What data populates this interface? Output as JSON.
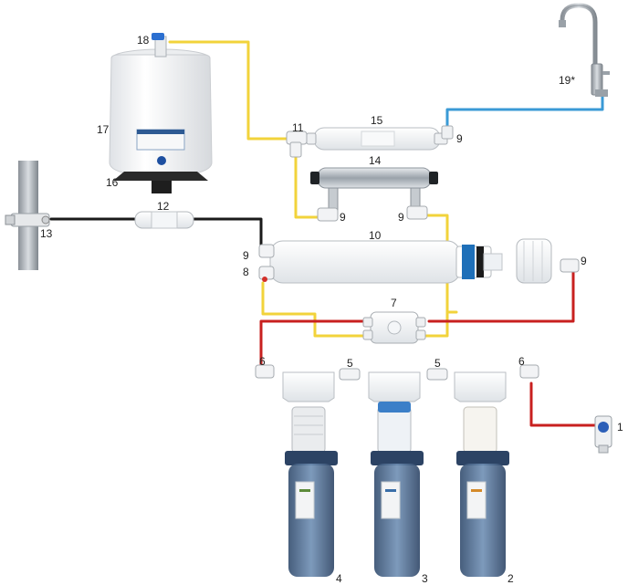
{
  "labels": {
    "l1": "1",
    "l2": "2",
    "l3": "3",
    "l4": "4",
    "l5a": "5",
    "l5b": "5",
    "l6a": "6",
    "l6b": "6",
    "l7": "7",
    "l8": "8",
    "l9a": "9",
    "l9b": "9",
    "l9c": "9",
    "l9d": "9",
    "l9e": "9",
    "l10": "10",
    "l11": "11",
    "l12": "12",
    "l13": "13",
    "l14": "14",
    "l15": "15",
    "l16": "16",
    "l17": "17",
    "l18": "18",
    "l19": "19*"
  },
  "colors": {
    "yellow_tube": "#f2d33b",
    "red_tube": "#c8201f",
    "blue_tube": "#3a9ad6",
    "black_tube": "#1a1a1a",
    "housing_blue": "#3f5e85",
    "housing_cap": "#e9ecef",
    "membrane_blue": "#1e6fb8",
    "tank_white": "#f4f5f6",
    "steel": "#b8bec4"
  }
}
